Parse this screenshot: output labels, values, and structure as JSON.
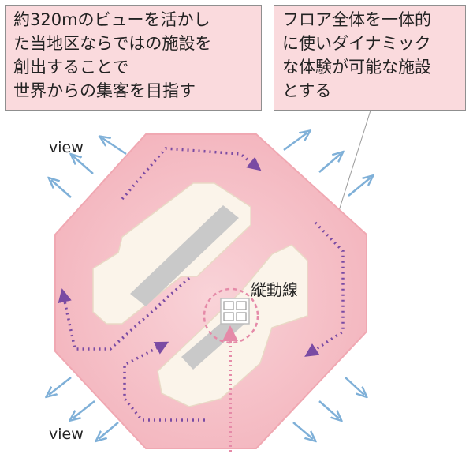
{
  "callouts": {
    "left": {
      "lines": [
        "約320mのビューを活かし",
        "た当地区ならではの施設を",
        "創出することで",
        "世界からの集客を目指す"
      ]
    },
    "right": {
      "lines": [
        "フロア全体を一体的",
        "に使いダイナミック",
        "な体験が可能な施設",
        "とする"
      ]
    }
  },
  "labels": {
    "view_top": "view",
    "view_bottom": "view",
    "core": "縦動線"
  },
  "colors": {
    "floor_fill": "#f6c2c8",
    "callout_fill": "#fadadd",
    "building_fill": "#fbf4ea",
    "core_fill": "#c9c9c9",
    "flow_arrow": "#7a4ba3",
    "view_arrow": "#7fb0d8",
    "access_arrow": "#e58aa8"
  }
}
